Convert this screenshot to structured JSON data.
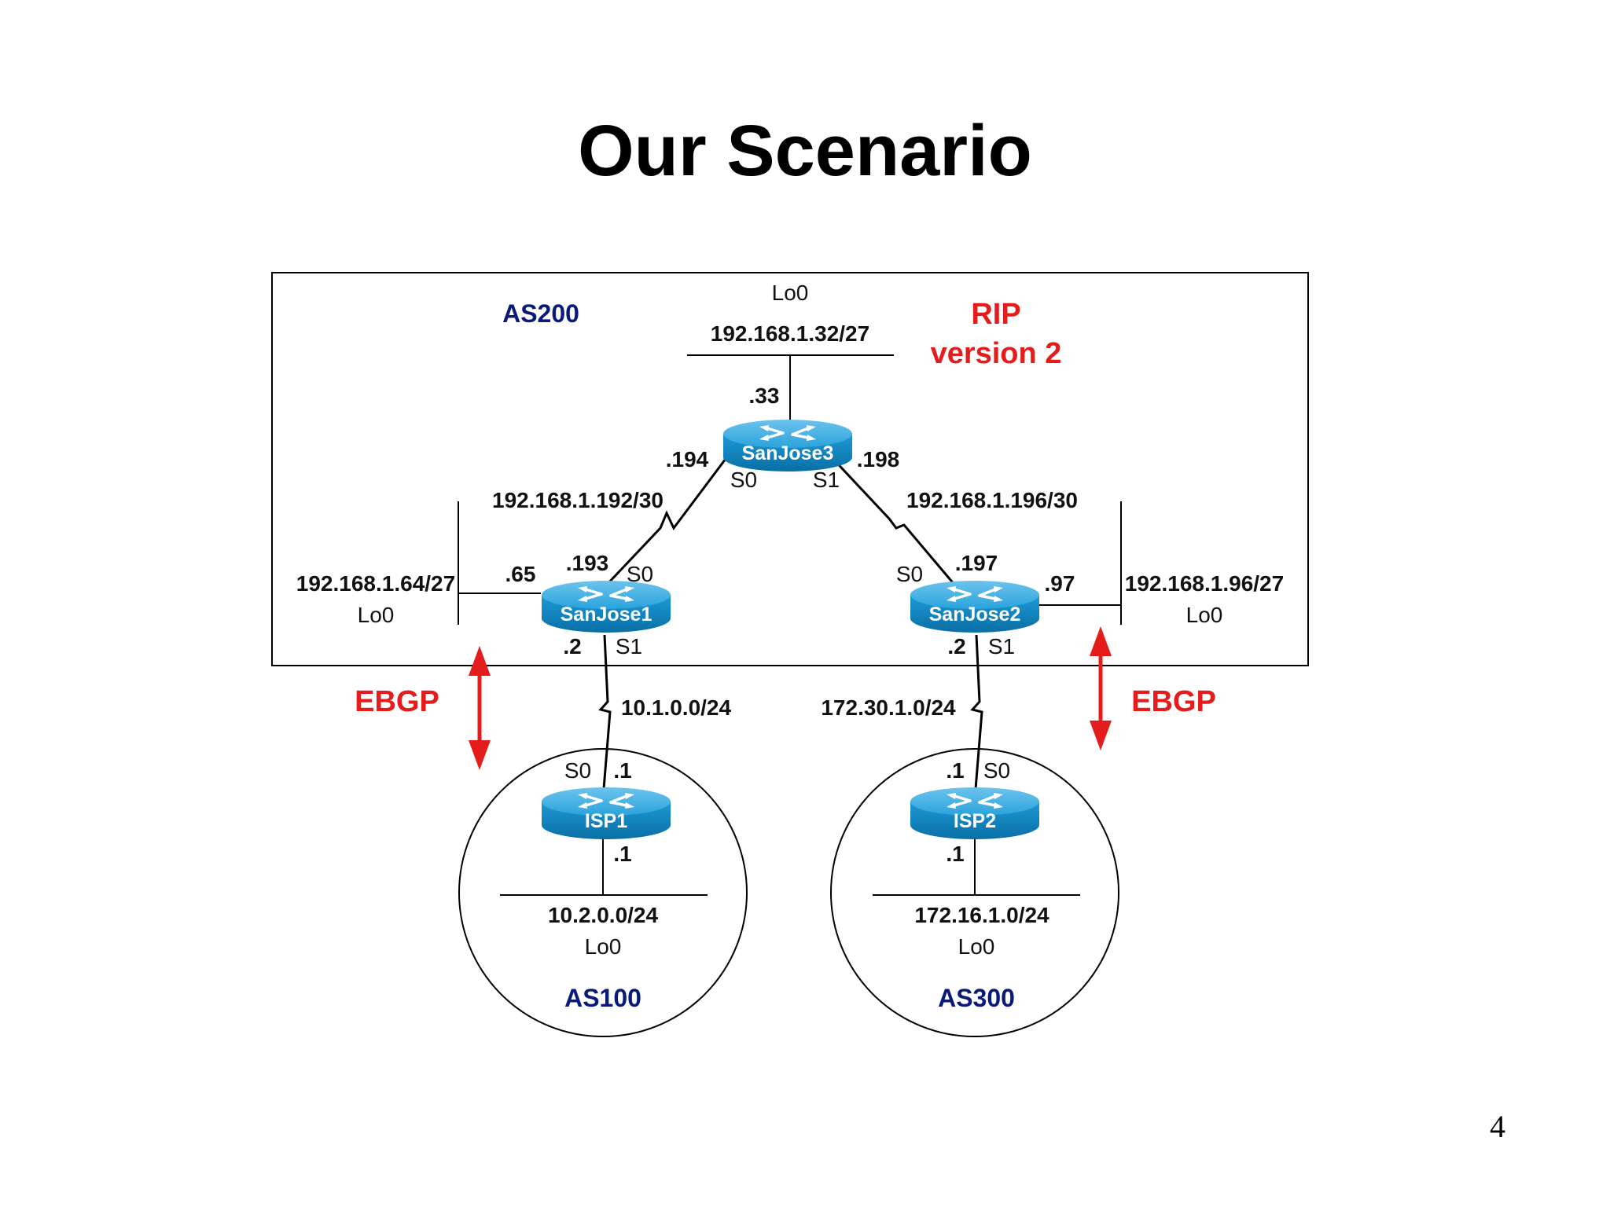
{
  "title": "Our Scenario",
  "page_number": "4",
  "colors": {
    "as_label": "#0a1a7a",
    "highlight_red": "#e41c1c",
    "router_blue": "#1c9ad6"
  },
  "as200": {
    "label": "AS200",
    "rip_line1": "RIP",
    "rip_line2": "version 2"
  },
  "routers": {
    "sanjose3": {
      "name": "SanJose3",
      "lo0_label": "Lo0",
      "lo0_net": "192.168.1.32/27",
      "lo0_ip": ".33",
      "s0_ip": ".194",
      "s0": "S0",
      "s1_ip": ".198",
      "s1": "S1"
    },
    "sanjose1": {
      "name": "SanJose1",
      "lo0_net": "192.168.1.64/27",
      "lo0_label": "Lo0",
      "lo0_ip": ".65",
      "s0_ip": ".193",
      "s0": "S0",
      "s1_ip": ".2",
      "s1": "S1"
    },
    "sanjose2": {
      "name": "SanJose2",
      "lo0_net": "192.168.1.96/27",
      "lo0_label": "Lo0",
      "lo0_ip": ".97",
      "s0_ip": ".197",
      "s0": "S0",
      "s1_ip": ".2",
      "s1": "S1"
    },
    "isp1": {
      "name": "ISP1",
      "s0": "S0",
      "s0_ip": ".1",
      "lo0_ip": ".1",
      "lo0_net": "10.2.0.0/24",
      "lo0_label": "Lo0",
      "as": "AS100"
    },
    "isp2": {
      "name": "ISP2",
      "s0": "S0",
      "s0_ip": ".1",
      "lo0_ip": ".1",
      "lo0_net": "172.16.1.0/24",
      "lo0_label": "Lo0",
      "as": "AS300"
    }
  },
  "links": {
    "sj1_sj3_net": "192.168.1.192/30",
    "sj2_sj3_net": "192.168.1.196/30",
    "sj1_isp1_net": "10.1.0.0/24",
    "sj2_isp2_net": "172.30.1.0/24"
  },
  "ebgp_left": "EBGP",
  "ebgp_right": "EBGP"
}
